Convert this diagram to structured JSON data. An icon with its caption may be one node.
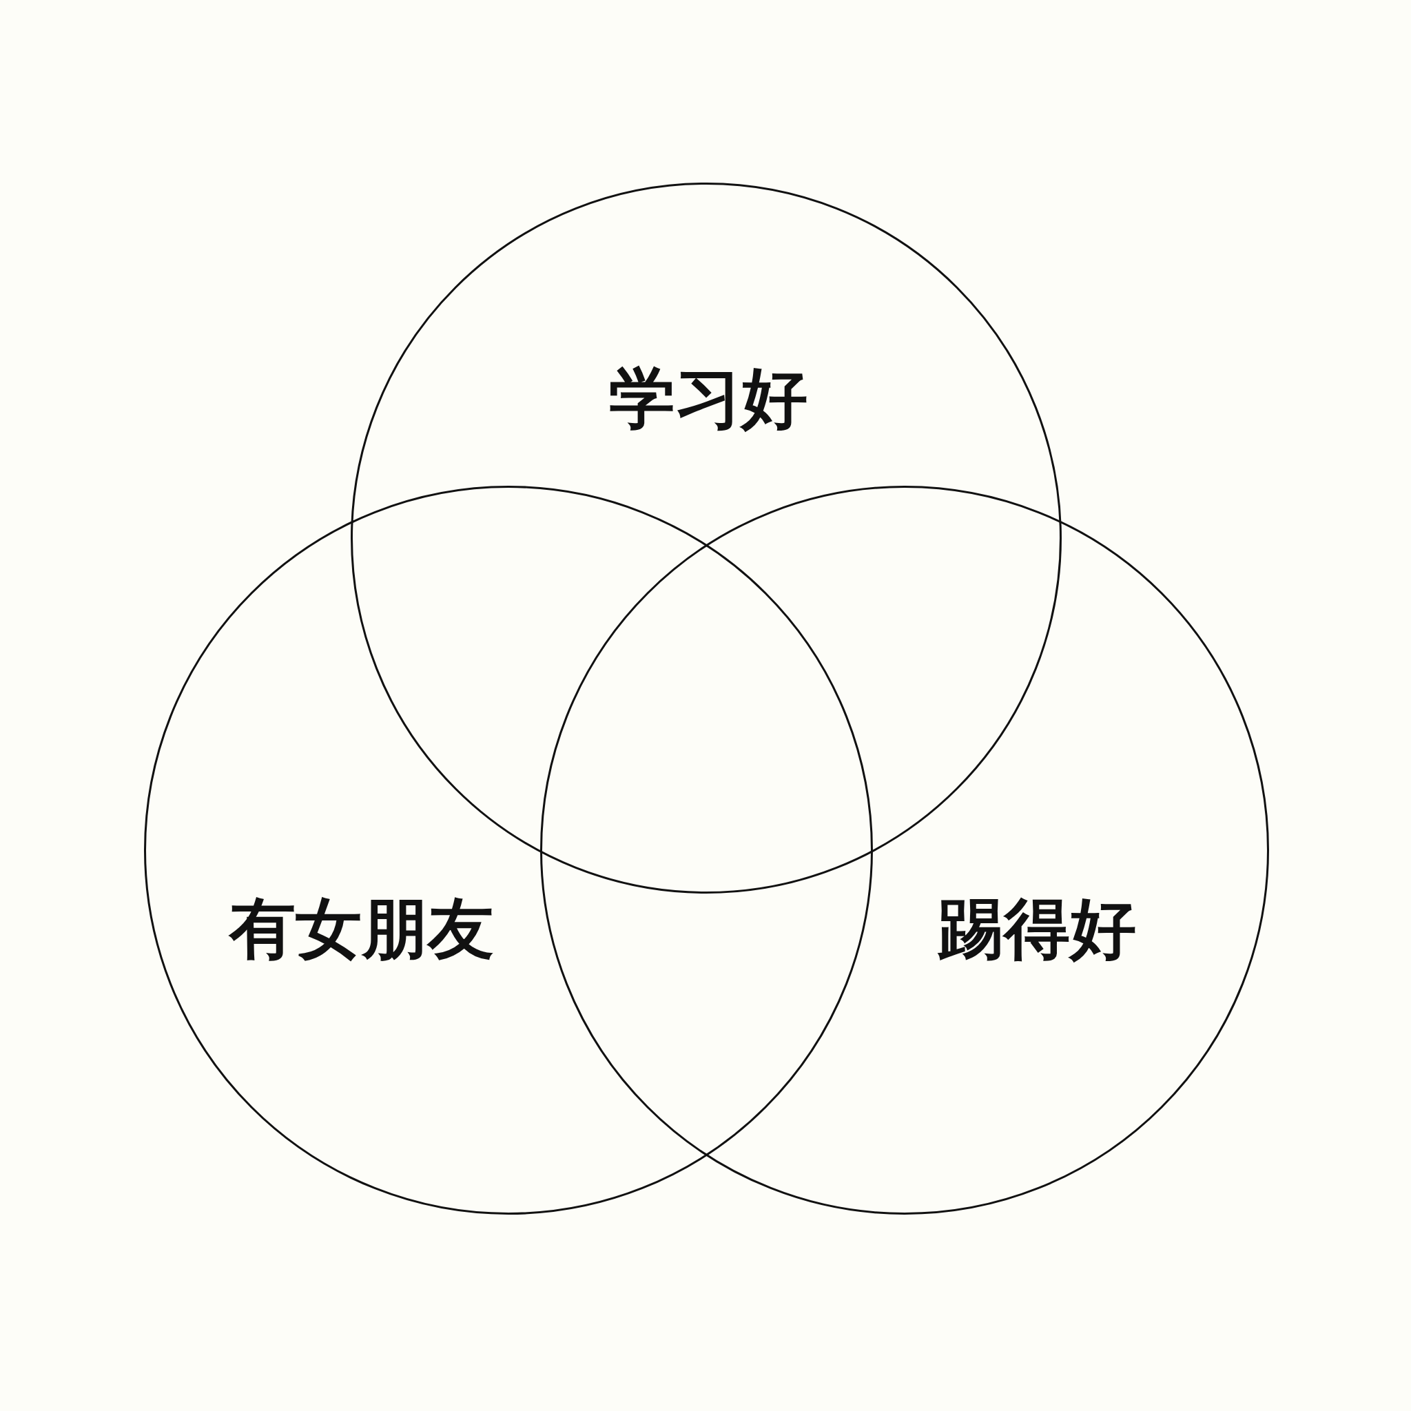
{
  "diagram": {
    "nodes": [
      {
        "text": [
          "学习好"
        ]
      },
      {
        "text": [
          "有女朋友"
        ]
      },
      {
        "text": [
          "踢得好"
        ]
      }
    ]
  }
}
